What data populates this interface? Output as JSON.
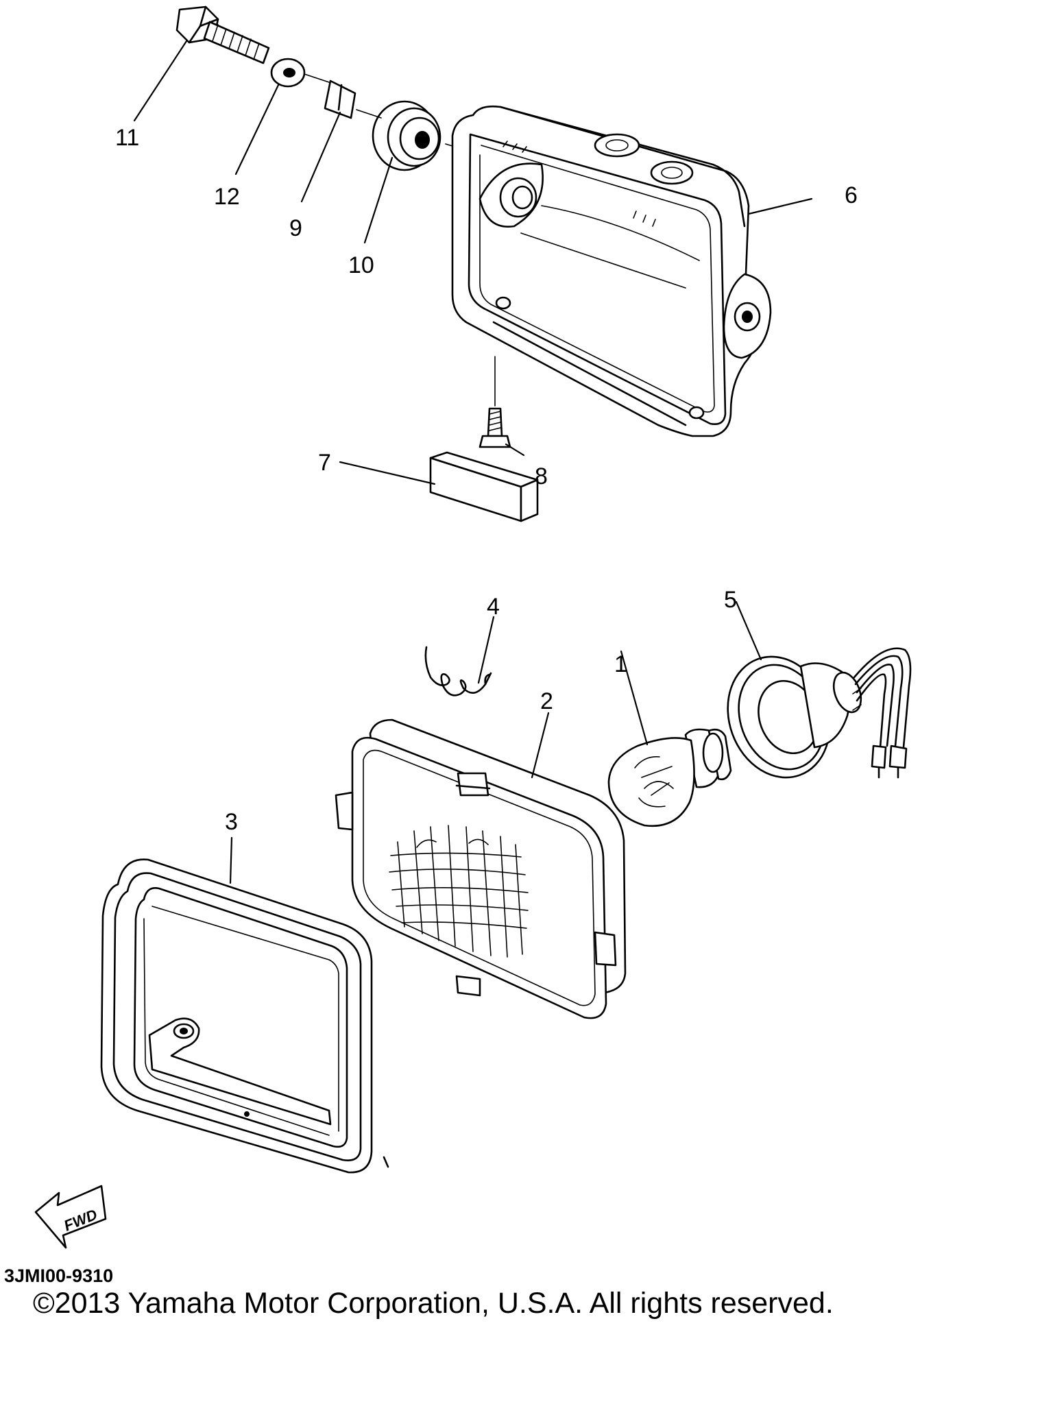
{
  "callouts": [
    "1",
    "2",
    "3",
    "4",
    "5",
    "6",
    "7",
    "8",
    "9",
    "10",
    "11",
    "12"
  ],
  "fwd_label": "FWD",
  "diagram_code": "3JMI00-9310",
  "copyright": "©2013 Yamaha Motor Corporation, U.S.A. All rights reserved."
}
